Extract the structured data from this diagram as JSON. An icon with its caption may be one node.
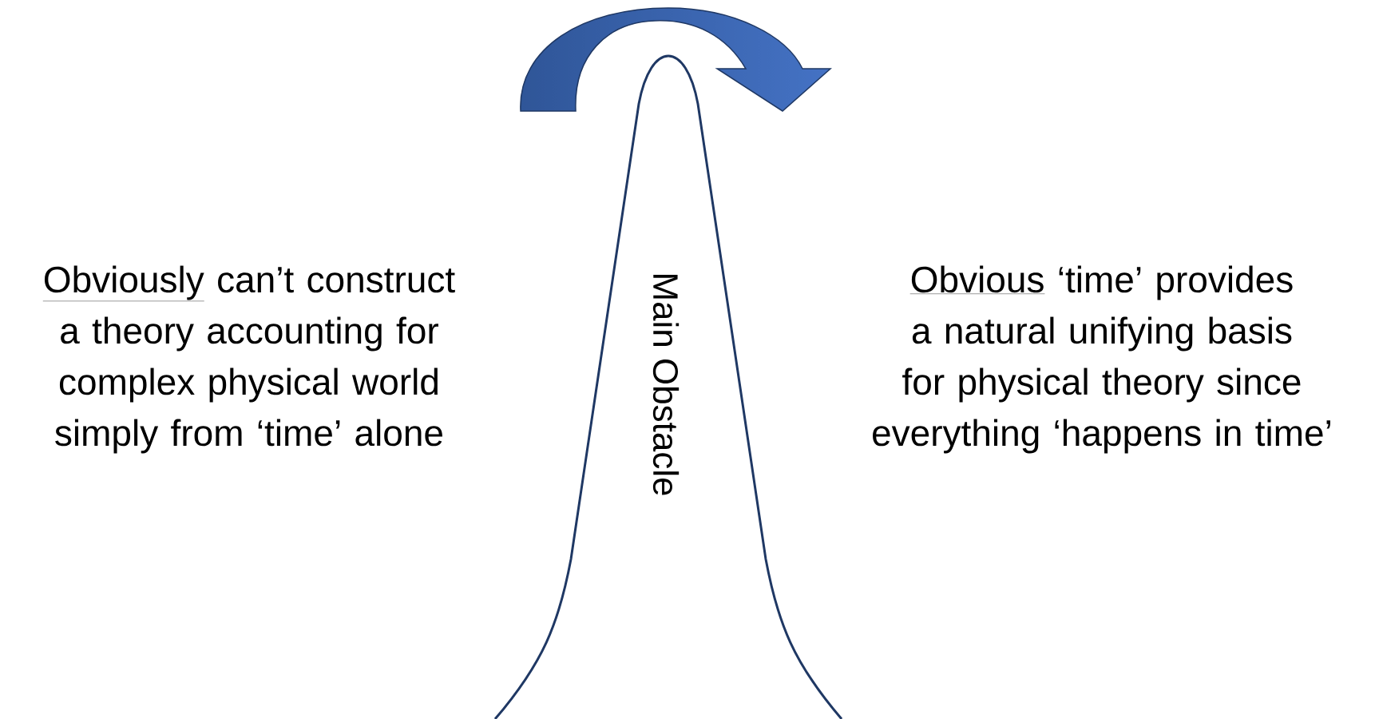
{
  "diagram": {
    "nodes": [
      {
        "text": [
          "Obviously",
          "can’t construct a theory accounting for complex physical world simply from ‘time’ alone"
        ]
      },
      {
        "text": [
          "Main Obstacle"
        ]
      },
      {
        "text": [
          "Obvious",
          "‘time’ provides a natural unifying basis for physical theory since everything ‘happens in time’"
        ]
      }
    ]
  }
}
